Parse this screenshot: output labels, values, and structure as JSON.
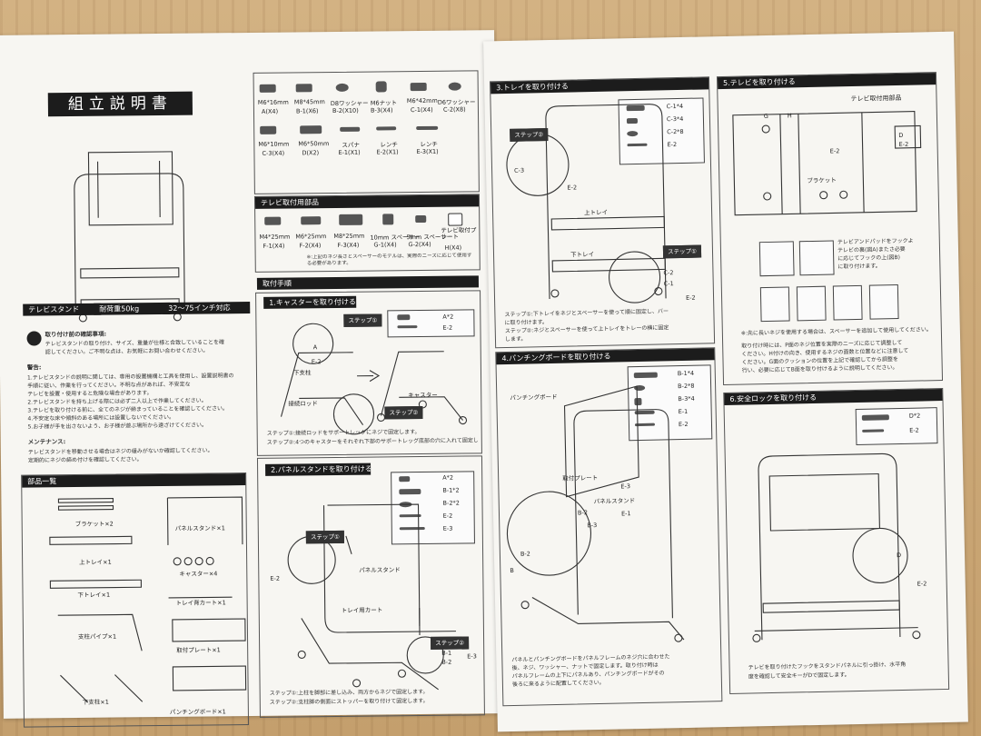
{
  "title": "組立説明書",
  "specs": {
    "name": "テレビスタンド",
    "load": "耐荷重50kg",
    "size": "32〜75インチ対応"
  },
  "notes": {
    "intro_heading": "取り付け前の確認事項:",
    "intro_lines": [
      "テレビスタンドの取り付け、サイズ、重量が仕様と合致していることを確",
      "認してください。ご不明な点は、お気軽にお問い合わせください。"
    ],
    "caution_heading": "警告:",
    "caution_lines": [
      "1.テレビスタンドの説明に関しては、専用の設置機構と工具を使用し、設置説明書の",
      "手順に従い、作業を行ってください。不明な点があれば、不安定な",
      "テレビを設置・使用すると危険な場合があります。",
      "2.テレビスタンドを持ち上げる際には必ず二人以上で作業してください。",
      "3.テレビを取り付ける前に、全てのネジが締まっていることを確認してください。",
      "4.不安定な床や傾斜のある場所には設置しないでください。",
      "5.お子様が手を出さないよう、お子様が遊ぶ場所から遠ざけてください。"
    ],
    "maintenance_heading": "メンテナンス:",
    "maintenance_lines": [
      "テレビスタンドを移動させる場合はネジの緩みがないか確認してください。",
      "定期的にネジの締め付けを確認してください。"
    ]
  },
  "parts_list": {
    "heading": "部品一覧",
    "items": [
      "ブラケット×2",
      "パネルスタンド×1",
      "上トレイ×1",
      "キャスター×4",
      "下トレイ×1",
      "トレイ背カート×1",
      "支柱パイプ×1",
      "取付プレート×1",
      "下支柱×1",
      "パンチングボード×1"
    ]
  },
  "hardware": {
    "items": [
      {
        "name": "M6*16mm",
        "code": "A(X4)"
      },
      {
        "name": "M8*45mm",
        "code": "B-1(X6)"
      },
      {
        "name": "D8ワッシャー",
        "code": "B-2(X10)"
      },
      {
        "name": "M6ナット",
        "code": "B-3(X4)"
      },
      {
        "name": "M6*42mm",
        "code": "C-1(X4)"
      },
      {
        "name": "D6ワッシャー",
        "code": "C-2(X8)"
      },
      {
        "name": "M6*10mm",
        "code": "C-3(X4)"
      },
      {
        "name": "M6*50mm",
        "code": "D(X2)"
      },
      {
        "name": "スパナ",
        "code": "E-1(X1)"
      },
      {
        "name": "レンチ",
        "code": "E-2(X1)"
      },
      {
        "name": "レンチ",
        "code": "E-3(X1)"
      }
    ]
  },
  "tv_parts": {
    "heading": "テレビ取付用部品",
    "items": [
      {
        "name": "M4*25mm",
        "code": "F-1(X4)"
      },
      {
        "name": "M6*25mm",
        "code": "F-2(X4)"
      },
      {
        "name": "M8*25mm",
        "code": "F-3(X4)"
      },
      {
        "name": "10mm スペーサー",
        "code": "G-1(X4)"
      },
      {
        "name": "5mm スペーサー",
        "code": "G-2(X4)"
      },
      {
        "name": "テレビ取付プレート",
        "code": "H(X4)"
      }
    ],
    "note": "※:上記のネジ長さとスペーサーのモデルは、実際のニーズに応じて使用する必要があります。"
  },
  "procedure": {
    "heading": "取付手順",
    "step1": {
      "heading": "1.キャスターを取り付ける",
      "tag": "ステップ①",
      "tag2": "ステップ②",
      "labels": [
        "A*2",
        "E-2",
        "下支柱",
        "接続ロッド",
        "キャスター",
        "A",
        "E-2"
      ],
      "text": [
        "ステップ①:接続ロッドをサポートレッグにネジで固定します。",
        "ステップ②:4つのキャスターをそれぞれ下部のサポートレッグ底部の穴に入れて固定します。"
      ]
    },
    "step2": {
      "heading": "2.パネルスタンドを取り付ける",
      "tag": "ステップ①",
      "tag2": "ステップ②",
      "labels": [
        "A*2",
        "B-1*2",
        "B-2*2",
        "E-2",
        "E-3",
        "パネルスタンド",
        "トレイ用カート",
        "B-1",
        "B-2",
        "E-3",
        "E-2"
      ],
      "text": [
        "ステップ①:上柱を脚部に差し込み、両方からネジで固定します。",
        "ステップ②:支柱脚の側面にストッパーを取り付けて固定します。"
      ]
    },
    "step3": {
      "heading": "3.トレイを取り付ける",
      "tag": "ステップ②",
      "tag2": "ステップ①",
      "labels": [
        "C-1*4",
        "C-3*4",
        "C-2*8",
        "E-2",
        "C-3",
        "E-2",
        "上トレイ",
        "下トレイ",
        "C-2",
        "C-1",
        "E-2"
      ],
      "text": [
        "ステップ①:下トレイをネジとスペーサーを使って順に固定し、バー",
        "に取り付けます。",
        "ステップ②:ネジとスペーサーを使って上トレイをトレーの横に固定",
        "します。"
      ]
    },
    "step4": {
      "heading": "4.パンチングボードを取り付ける",
      "labels": [
        "パンチングボード",
        "B-1*4",
        "B-2*8",
        "B-3*4",
        "E-1",
        "E-2",
        "取付プレート",
        "E-3",
        "パネルスタンド",
        "B-2",
        "E-1",
        "B-3",
        "B-2",
        "B"
      ],
      "text": [
        "パネルとパンチングボードをパネルフレームのネジ穴に合わせた",
        "後、ネジ、ワッシャー、ナットで固定します。取り付け時は",
        "パネルフレームの上下にパネルあり、パンチングボードがその",
        "後ろに来るように配置してください。"
      ]
    },
    "step5": {
      "heading": "5.テレビを取り付ける",
      "labels": [
        "テレビ取付用部品",
        "G",
        "H",
        "E-2",
        "ブラケット",
        "D",
        "E-2"
      ],
      "text": [
        "テレビアンドパッドをフックよ",
        "テレビの裏(図A)またさ必要",
        "に応じてフックの上(図B)",
        "に取り付けます。"
      ],
      "caption": "※:先に長いネジを使用する場合は、スペーサーを追加して使用してください。",
      "caption2": [
        "取り付け時には、P面のネジ位置を実際のニーズに応じて調整して",
        "ください。H付けの向き、使用するネジの面数と位置などに注意して",
        "ください。G面のクッションの位置を上記で確認してから調整を",
        "行い、必要に応じてB面を取り付けるように説明してください。"
      ]
    },
    "step6": {
      "heading": "6.安全ロックを取り付ける",
      "labels": [
        "D*2",
        "E-2",
        "D",
        "E-2"
      ],
      "text": [
        "テレビを取り付けたフックをスタンドパネルに引っ掛け、水平角",
        "度を確認して安全キーがDで固定します。"
      ]
    }
  }
}
